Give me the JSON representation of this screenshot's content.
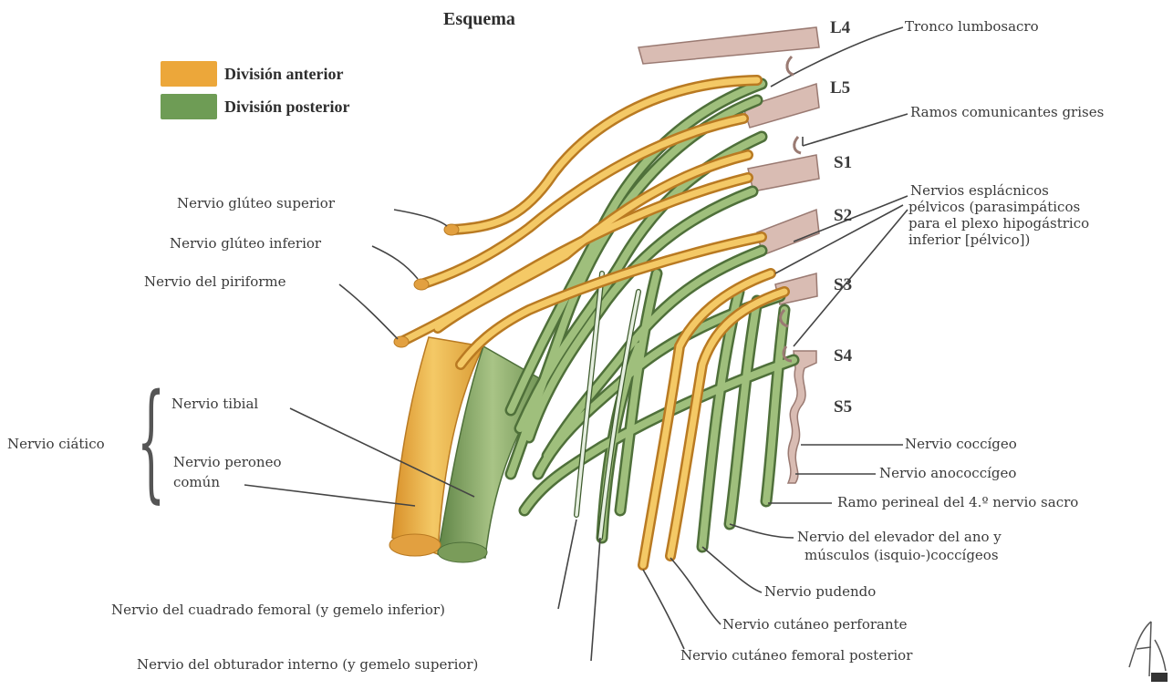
{
  "colors": {
    "anterior": "#e9a83a",
    "anterior_light": "#f4c966",
    "posterior": "#7ea05f",
    "posterior_light": "#a9c486",
    "root": "#c9a8a0",
    "root_light": "#e7d6cf",
    "ink": "#3a3a3a"
  },
  "title": "Esquema",
  "legend": {
    "anterior": "División anterior",
    "posterior": "División posterior"
  },
  "roots": {
    "l4": "L4",
    "l5": "L5",
    "s1": "S1",
    "s2": "S2",
    "s3": "S3",
    "s4": "S4",
    "s5": "S5"
  },
  "labels": {
    "tronco_lumbosacro": "Tronco lumbosacro",
    "ramos_comunicantes": "Ramos comunicantes grises",
    "esplacnicos_1": "Nervios esplácnicos",
    "esplacnicos_2": "pélvicos (parasimpáticos",
    "esplacnicos_3": "para el plexo hipogástrico",
    "esplacnicos_4": "inferior [pélvico])",
    "gluteo_superior": "Nervio glúteo superior",
    "gluteo_inferior": "Nervio glúteo inferior",
    "piriforme": "Nervio del piriforme",
    "tibial": "Nervio tibial",
    "peroneo_1": "Nervio peroneo",
    "peroneo_2": "común",
    "ciatico": "Nervio ciático",
    "cuadrado_femoral": "Nervio del cuadrado femoral (y gemelo inferior)",
    "obturador_interno": "Nervio del obturador interno (y gemelo superior)",
    "cutaneo_femoral_posterior": "Nervio cutáneo femoral posterior",
    "cutaneo_perforante": "Nervio cutáneo perforante",
    "pudendo": "Nervio pudendo",
    "elevador_1": "Nervio del elevador del ano y",
    "elevador_2": "músculos (isquio-)coccígeos",
    "perineal": "Ramo perineal del 4.º nervio sacro",
    "anococcigeo": "Nervio anococcígeo",
    "coccigeo": "Nervio coccígeo"
  }
}
